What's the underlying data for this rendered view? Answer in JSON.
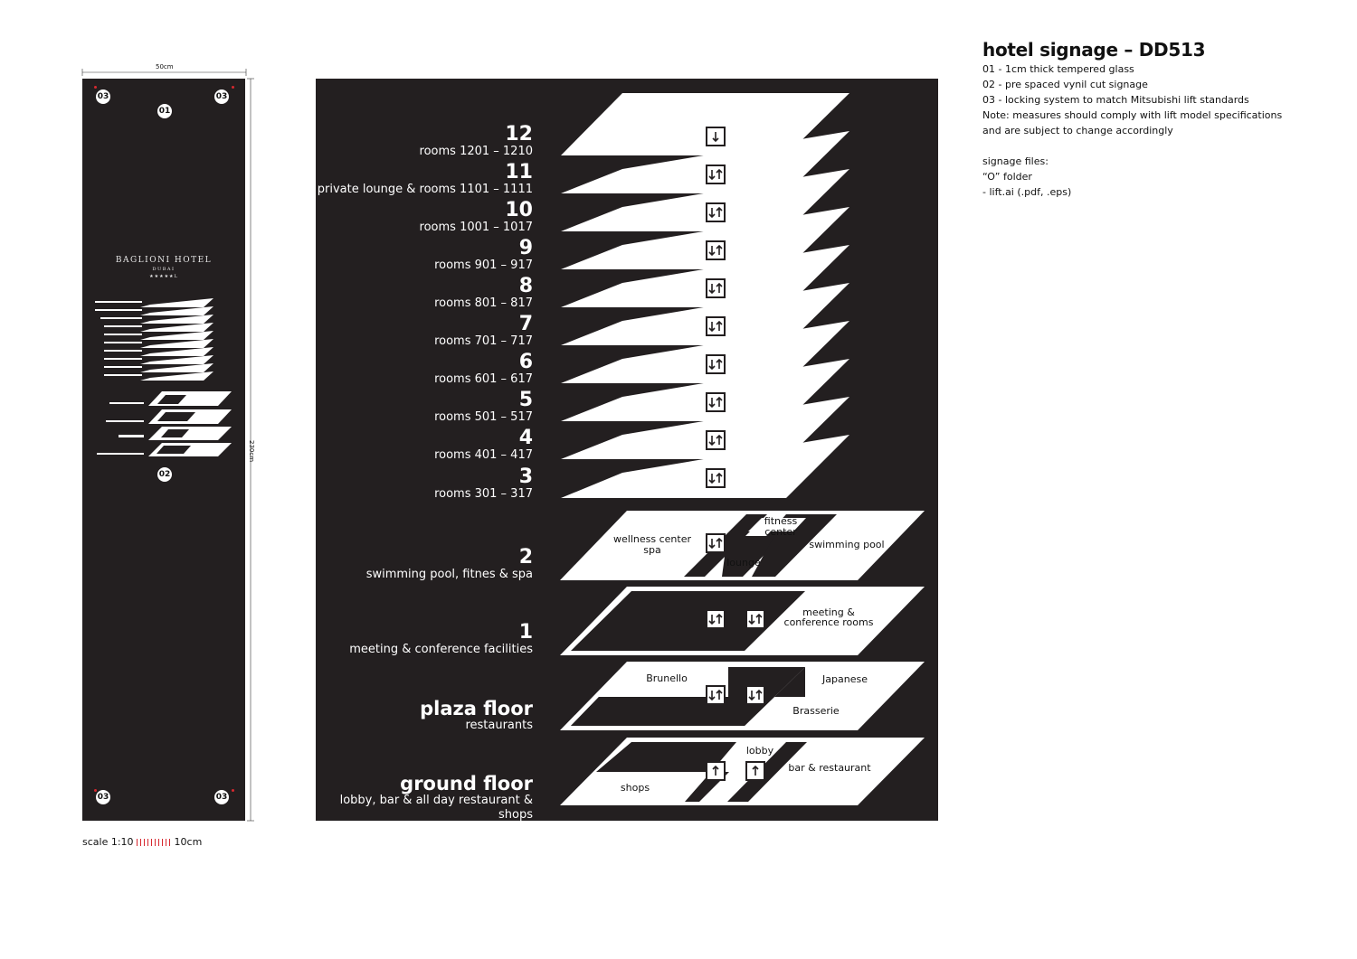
{
  "notes": {
    "title": "hotel signage – DD513",
    "lines": [
      "01 - 1cm thick tempered glass",
      "02 - pre spaced vynil cut signage",
      "03 - locking system to match Mitsubishi lift standards",
      "Note: measures should comply with lift model specifications",
      "and are subject to change accordingly"
    ],
    "files_lines": [
      "signage files:",
      "“O” folder",
      "- lift.ai (.pdf, .eps)"
    ]
  },
  "elevation": {
    "width_label": "50cm",
    "height_label": "230cm",
    "badges": {
      "glass": "01",
      "vinyl": "02",
      "lock": "03"
    },
    "brand_name": "BAGLIONI HOTEL",
    "brand_city": "DUBAI",
    "brand_stars": "★★★★★L"
  },
  "scale": {
    "prefix": "scale 1:10",
    "suffix": "10cm"
  },
  "floors": [
    {
      "num": "12",
      "sub": "rooms 1201 – 1210",
      "icon": "down"
    },
    {
      "num": "11",
      "sub": "private lounge & rooms 1101 – 1111",
      "icon": "updown"
    },
    {
      "num": "10",
      "sub": "rooms 1001 – 1017",
      "icon": "updown"
    },
    {
      "num": "9",
      "sub": "rooms 901 – 917",
      "icon": "updown"
    },
    {
      "num": "8",
      "sub": "rooms 801 – 817",
      "icon": "updown"
    },
    {
      "num": "7",
      "sub": "rooms 701 – 717",
      "icon": "updown"
    },
    {
      "num": "6",
      "sub": "rooms 601 – 617",
      "icon": "updown"
    },
    {
      "num": "5",
      "sub": "rooms 501 – 517",
      "icon": "updown"
    },
    {
      "num": "4",
      "sub": "rooms 401 – 417",
      "icon": "updown"
    },
    {
      "num": "3",
      "sub": "rooms 301 – 317",
      "icon": "updown"
    }
  ],
  "special_floors": {
    "f2": {
      "num": "2",
      "sub": "swimming pool, fitnes & spa",
      "zones": {
        "spa_1": "wellness center",
        "spa_2": "spa",
        "fit_1": "fitness",
        "fit_2": "center",
        "lounge": "lounge",
        "pool": "swimming pool"
      }
    },
    "f1": {
      "num": "1",
      "sub": "meeting & conference facilities",
      "zones": {
        "meet_1": "meeting &",
        "meet_2": "conference rooms"
      }
    },
    "plaza": {
      "num": "plaza floor",
      "sub": "restaurants",
      "zones": {
        "brunello": "Brunello",
        "japanese": "Japanese",
        "brasserie": "Brasserie"
      }
    },
    "ground": {
      "num": "ground floor",
      "sub": "lobby, bar & all day restaurant & shops",
      "zones": {
        "lobby": "lobby",
        "bar": "bar & restaurant",
        "shops": "shops"
      }
    }
  },
  "colors": {
    "panel": "#231f20",
    "ink": "#ffffff",
    "marker": "#d7282f"
  }
}
